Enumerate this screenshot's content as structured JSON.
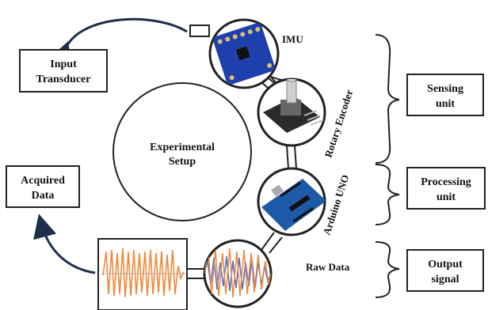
{
  "center": {
    "label_line1": "Experimental",
    "label_line2": "Setup"
  },
  "components": {
    "imu": {
      "label": "IMU",
      "icon": "imu-sensor-board"
    },
    "encoder": {
      "label": "Rotary Encoder",
      "icon": "rotary-encoder-module"
    },
    "arduino": {
      "label": "Arduino UNO",
      "icon": "arduino-uno-board"
    },
    "raw": {
      "label": "Raw Data",
      "icon": "waveform-plot"
    }
  },
  "boxes": {
    "input": {
      "line1": "Input",
      "line2": "Transducer"
    },
    "acquired": {
      "line1": "Acquired",
      "line2": "Data"
    },
    "sensing": {
      "line1": "Sensing",
      "line2": "unit"
    },
    "processing": {
      "line1": "Processing",
      "line2": "unit"
    },
    "output": {
      "line1": "Output",
      "line2": "signal"
    }
  },
  "colors": {
    "arrow": "#1f2f4a",
    "board_blue": "#1e3fae",
    "arduino_blue": "#1c5aa8",
    "signal_orange": "#f0883a",
    "signal_blue": "#4a6fc4",
    "encoder_base": "#2b2b2b"
  }
}
